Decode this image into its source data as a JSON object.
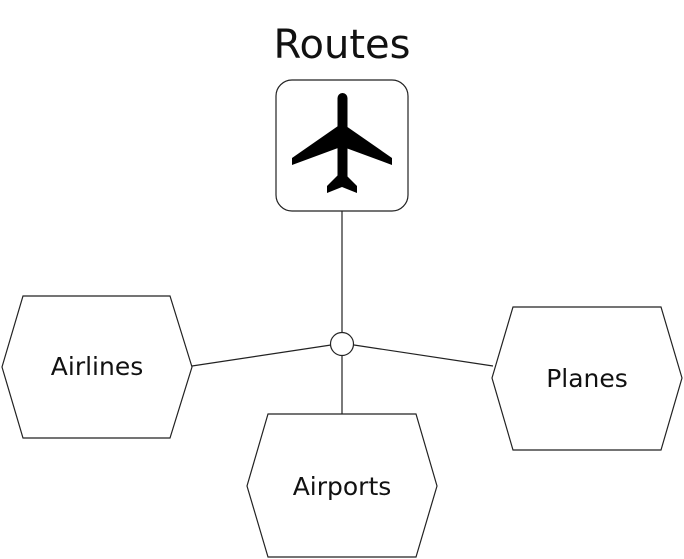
{
  "title": "Routes",
  "center_node": {
    "icon": "airplane-icon"
  },
  "nodes": {
    "airlines": {
      "label": "Airlines"
    },
    "airports": {
      "label": "Airports"
    },
    "planes": {
      "label": "Planes"
    }
  },
  "colors": {
    "stroke": "#222222",
    "icon": "#000000",
    "background": "#ffffff"
  }
}
